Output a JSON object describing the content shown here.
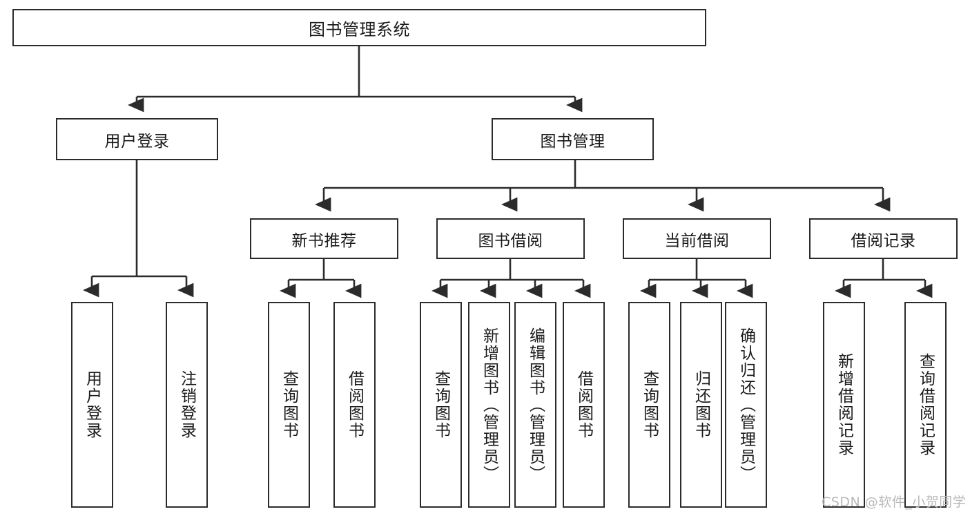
{
  "diagram": {
    "type": "tree-hierarchy-chart",
    "title": "图书管理系统",
    "stroke_color": "#2b2b2b",
    "background_color": "#ffffff",
    "text_color": "#1a1a1a"
  },
  "nodes": {
    "root": {
      "label": "图书管理系统",
      "level": 1
    },
    "l2": [
      {
        "id": "user-login",
        "label": "用户登录",
        "level": 2
      },
      {
        "id": "book-manage",
        "label": "图书管理",
        "level": 2
      }
    ],
    "l3": [
      {
        "id": "new-book-recommend",
        "label": "新书推荐",
        "level": 3
      },
      {
        "id": "book-borrow",
        "label": "图书借阅",
        "level": 3
      },
      {
        "id": "current-borrow",
        "label": "当前借阅",
        "level": 3
      },
      {
        "id": "borrow-record",
        "label": "借阅记录",
        "level": 3
      }
    ],
    "leaves": [
      {
        "id": "leaf-user-login",
        "label": "用户登录",
        "parent": "user-login"
      },
      {
        "id": "leaf-user-logout",
        "label": "注销登录",
        "parent": "user-login"
      },
      {
        "id": "leaf-query-book-1",
        "label": "查询图书",
        "parent": "new-book-recommend"
      },
      {
        "id": "leaf-borrow-book-1",
        "label": "借阅图书",
        "parent": "new-book-recommend"
      },
      {
        "id": "leaf-query-book-2",
        "label": "查询图书",
        "parent": "book-borrow"
      },
      {
        "id": "leaf-add-book",
        "label": "新增图书（管理员）",
        "parent": "book-borrow"
      },
      {
        "id": "leaf-edit-book",
        "label": "编辑图书（管理员）",
        "parent": "book-borrow"
      },
      {
        "id": "leaf-borrow-book-2",
        "label": "借阅图书",
        "parent": "book-borrow"
      },
      {
        "id": "leaf-query-book-3",
        "label": "查询图书",
        "parent": "current-borrow"
      },
      {
        "id": "leaf-return-book",
        "label": "归还图书",
        "parent": "current-borrow"
      },
      {
        "id": "leaf-confirm-return",
        "label": "确认归还（管理员）",
        "parent": "current-borrow"
      },
      {
        "id": "leaf-add-record",
        "label": "新增借阅记录",
        "parent": "borrow-record"
      },
      {
        "id": "leaf-query-record",
        "label": "查询借阅记录",
        "parent": "borrow-record"
      }
    ]
  },
  "watermark": {
    "text": "CSDN @软件_小贺同学"
  }
}
